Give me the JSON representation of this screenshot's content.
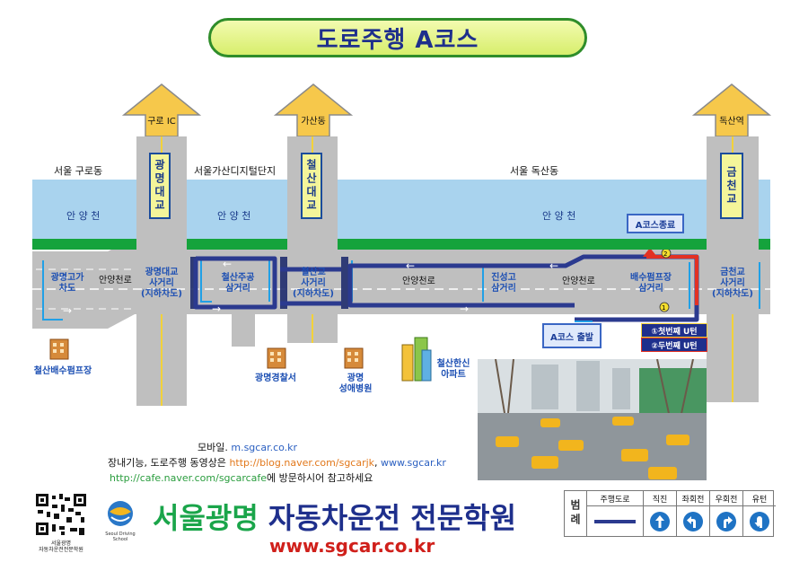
{
  "title": "도로주행 A코스",
  "arrows": {
    "guro_ic": "구로 IC",
    "gasan": "가산동",
    "doksan": "독산역"
  },
  "areas": {
    "guro": "서울 구로동",
    "gasan_digital": "서울가산디지털단지",
    "doksan": "서울 독산동"
  },
  "stream_label": "안 양 천",
  "bridges": {
    "gwangmyeong": "광명대교",
    "cheolsan": "철산대교",
    "geumcheon": "금천교"
  },
  "road_labels": {
    "road1": "안양천로",
    "road2": "안양천로",
    "road3": "안양천로"
  },
  "intersections": {
    "overpass": "광명고가\n차도",
    "gwangmyeong_ix": "광명대교\n사거리\n(지하차도)",
    "cheolsan_parking": "철산주공\n삼거리",
    "cheolsan_ix": "철산교\n사거리\n(지하차도)",
    "jinseong": "진성고\n삼거리",
    "baesu": "배수펌프장\n삼거리",
    "geumcheon_ix": "금천교\n사거리\n(지하차도)"
  },
  "course_end": "A코스종료",
  "course_start": "A코스 출발",
  "uturns": {
    "first": "①첫번째 U턴",
    "second": "②두번째 U턴"
  },
  "landmarks": {
    "pump": "철산배수펌프장",
    "police": "광명경찰서",
    "hospital": "광명\n성애병원",
    "apt": "철산한신\n아파트"
  },
  "contact": {
    "mobile_label": "모바일.",
    "mobile_url": "m.sgcar.co.kr",
    "guide_prefix": "장내기능, 도로주행 동영상은",
    "blog_url": "http://blog.naver.com/sgcarjk",
    "separator": ",",
    "site_url": "www.sgcar.kr",
    "cafe_url": "http://cafe.naver.com/sgcarcafe",
    "cafe_suffix": "에 방문하시어 참고하세요"
  },
  "school": {
    "name_part1": "서울광명",
    "name_part2": "자동차운전 전문학원",
    "url": "www.sgcar.co.kr",
    "qr_caption": "서울광명\n자동차운전전문학원",
    "logo_caption": "Seoul Driving School"
  },
  "legend": {
    "title": "범례",
    "headers": [
      "주행도로",
      "직진",
      "좌회전",
      "우회전",
      "유턴"
    ],
    "icons": [
      "route-line-icon",
      "straight-arrow-icon",
      "left-turn-icon",
      "right-turn-icon",
      "u-turn-icon"
    ]
  },
  "colors": {
    "route": "#2b3a8f",
    "title_text": "#1e2f8c",
    "title_border": "#2f8d2a",
    "road": "#bcbcbc",
    "river": "#a9d3ee",
    "brand_green": "#1aa54a",
    "url_red": "#d0201b"
  }
}
